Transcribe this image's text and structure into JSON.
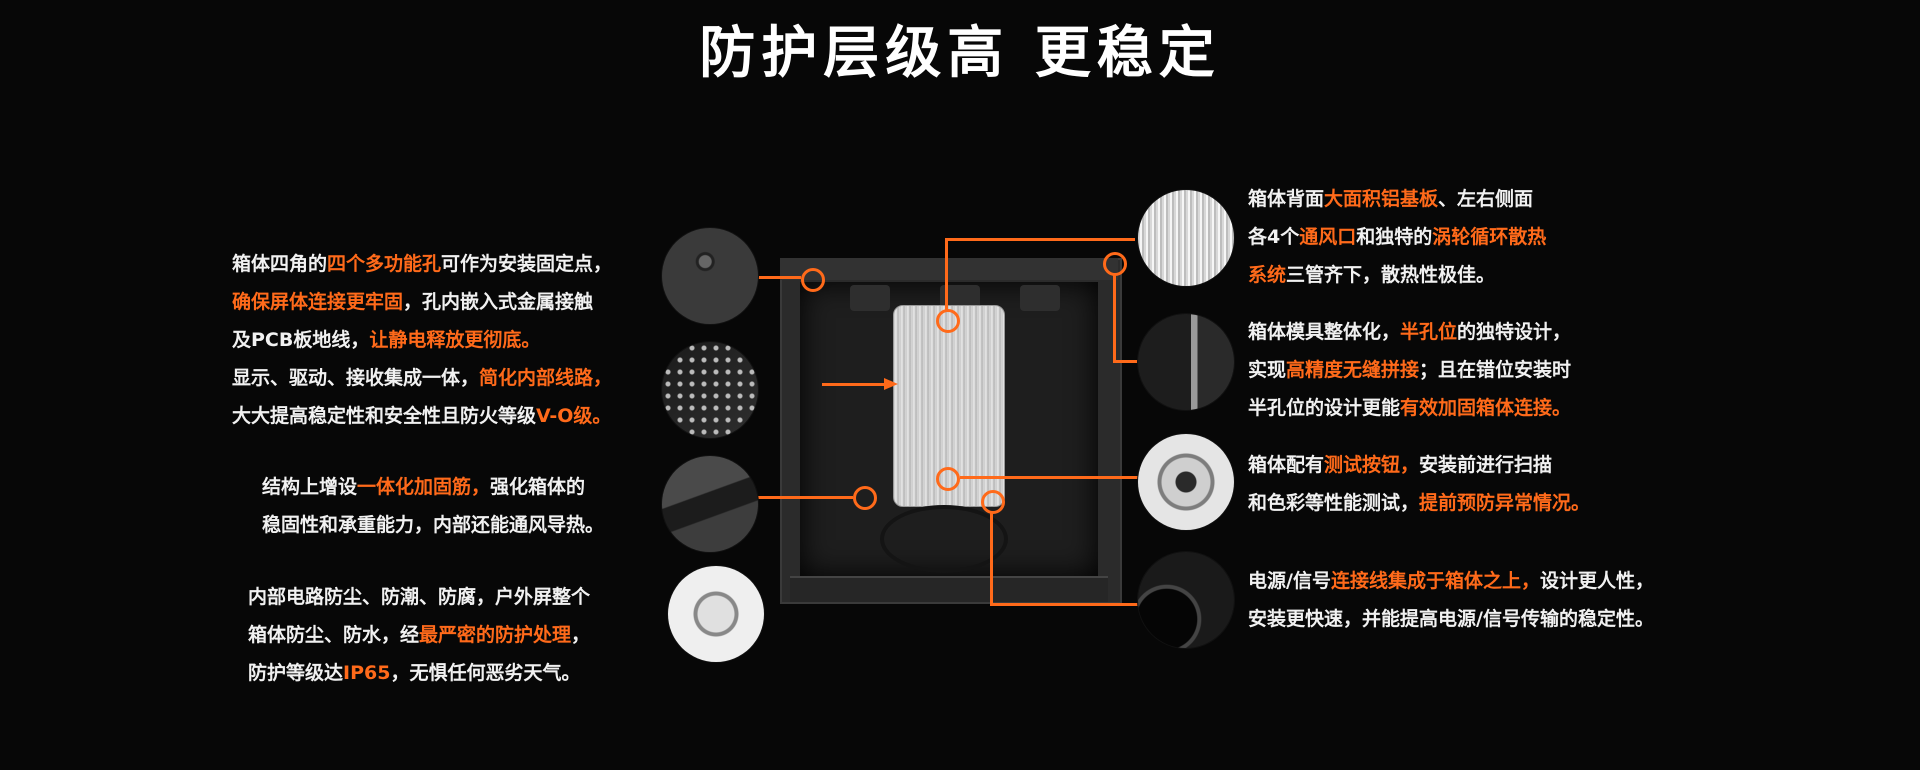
{
  "title": "防护层级高 更稳定",
  "left": [
    {
      "lines": [
        [
          {
            "t": "箱体四角的"
          },
          {
            "t": "四个多功能孔",
            "hl": true
          },
          {
            "t": "可作为安装固定点，"
          }
        ],
        [
          {
            "t": "确保屏体连接更牢固",
            "hl": true
          },
          {
            "t": "，孔内嵌入式金属接触"
          }
        ],
        [
          {
            "t": "及PCB板地线，"
          },
          {
            "t": "让静电释放更彻底。",
            "hl": true
          }
        ],
        [
          {
            "t": "显示、驱动、接收集成一体，"
          },
          {
            "t": "简化内部线路，",
            "hl": true
          }
        ],
        [
          {
            "t": "大大提高稳定性和安全性且防火等级"
          },
          {
            "t": "V-O级。",
            "hl": true
          }
        ]
      ]
    },
    {
      "lines": [
        [
          {
            "t": "结构上增设"
          },
          {
            "t": "一体化加固筋，",
            "hl": true
          },
          {
            "t": "强化箱体的"
          }
        ],
        [
          {
            "t": "稳固性和承重能力，内部还能通风导热。"
          }
        ]
      ]
    },
    {
      "lines": [
        [
          {
            "t": "内部电路防尘、防潮、防腐，户外屏整个"
          }
        ],
        [
          {
            "t": "箱体防尘、防水，经"
          },
          {
            "t": "最严密的防护处理",
            "hl": true
          },
          {
            "t": "，"
          }
        ],
        [
          {
            "t": "防护等级达"
          },
          {
            "t": "IP65",
            "hl": true
          },
          {
            "t": "，无惧任何恶劣天气。"
          }
        ]
      ]
    }
  ],
  "right": [
    {
      "lines": [
        [
          {
            "t": "箱体背面"
          },
          {
            "t": "大面积铝基板",
            "hl": true
          },
          {
            "t": "、左右侧面"
          }
        ],
        [
          {
            "t": "各4个"
          },
          {
            "t": "通风口",
            "hl": true
          },
          {
            "t": "和独特的"
          },
          {
            "t": "涡轮循环散热",
            "hl": true
          }
        ],
        [
          {
            "t": "系统",
            "hl": true
          },
          {
            "t": "三管齐下，散热性极佳。"
          }
        ]
      ]
    },
    {
      "lines": [
        [
          {
            "t": "箱体模具整体化，"
          },
          {
            "t": "半孔位",
            "hl": true
          },
          {
            "t": "的独特设计，"
          }
        ],
        [
          {
            "t": "实现"
          },
          {
            "t": "高精度无缝拼接",
            "hl": true
          },
          {
            "t": "；且在错位安装时"
          }
        ],
        [
          {
            "t": "半孔位的设计更能"
          },
          {
            "t": "有效加固箱体连接。",
            "hl": true
          }
        ]
      ]
    },
    {
      "lines": [
        [
          {
            "t": "箱体配有"
          },
          {
            "t": "测试按钮，",
            "hl": true
          },
          {
            "t": "安装前进行扫描"
          }
        ],
        [
          {
            "t": "和色彩等性能测试，"
          },
          {
            "t": "提前预防异常情况。",
            "hl": true
          }
        ]
      ]
    },
    {
      "lines": [
        [
          {
            "t": "电源/信号"
          },
          {
            "t": "连接线集成于箱体之上，",
            "hl": true
          },
          {
            "t": "设计更人性，"
          }
        ],
        [
          {
            "t": "安装更快速，并能提高电源/信号传输的稳定性。"
          }
        ]
      ]
    }
  ],
  "thumbs": [
    "corner-hole-thumb",
    "pcb-thumb",
    "rib-thumb",
    "seal-thumb",
    "fins-thumb",
    "half-hole-thumb",
    "test-button-thumb",
    "cable-thumb"
  ],
  "accent_color": "#ff6a1a"
}
